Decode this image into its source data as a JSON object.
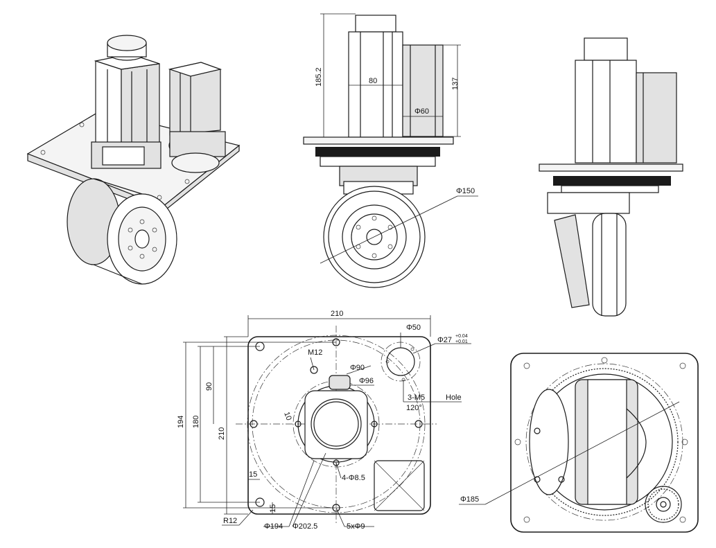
{
  "side_view": {
    "height_dim": "185.2",
    "width_dim": "80",
    "motor_height_dim": "137",
    "motor_dia_dim": "Φ60",
    "wheel_dia_dim": "Φ150"
  },
  "plate_view": {
    "width_dim": "210",
    "height_outer_dim": "194",
    "height_mid_dim": "180",
    "height_inner_dim": "210",
    "offset_dim": "90",
    "thread_label": "M12",
    "hole_spacing_dim": "10",
    "bore_dim": "Φ50",
    "tol_base": "Φ27",
    "tol_upper": "+0.04",
    "tol_lower": "+0.01",
    "flange_dia_1": "Φ90",
    "flange_dia_2": "Φ96",
    "thread_holes": "3-M5",
    "hole_suffix": "Hole",
    "angle": "120°",
    "holes_4": "4-Φ8.5",
    "edge_x": "15",
    "edge_y": "15",
    "radius": "R12",
    "pcd_1": "Φ194",
    "pcd_2": "Φ202.5",
    "holes_5": "5xΦ9"
  },
  "bottom_view": {
    "gear_dia": "Φ185"
  }
}
